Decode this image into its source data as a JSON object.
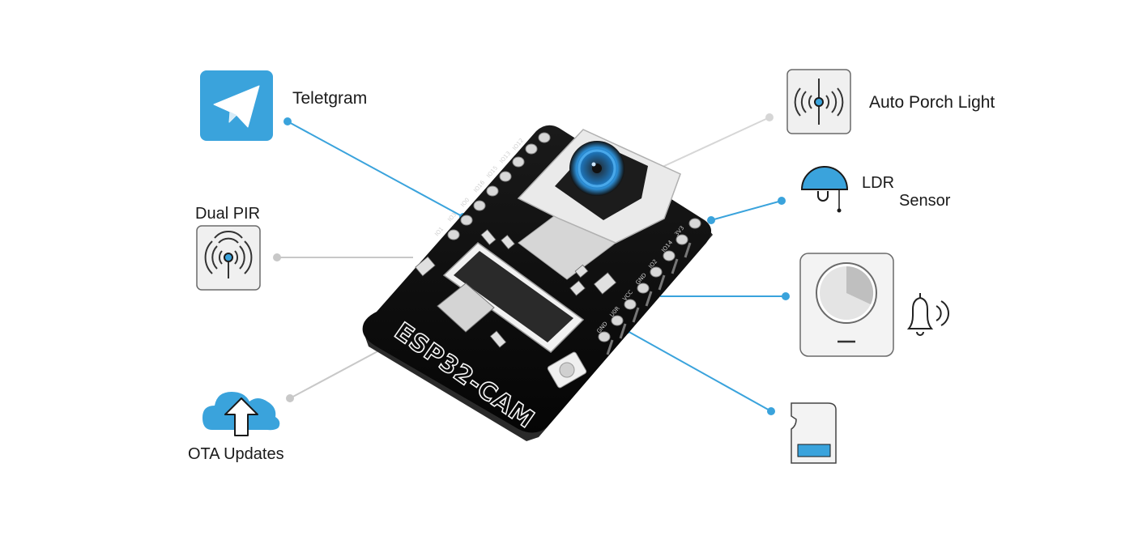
{
  "board": {
    "name": "ESP32-CAM"
  },
  "features": {
    "telegram": {
      "label": "Teletgram",
      "icon": "telegram-icon"
    },
    "dual_pir": {
      "label": "Dual PIR",
      "icon": "pir-sensor-icon"
    },
    "ota": {
      "label": "OTA Updates",
      "icon": "cloud-upload-icon"
    },
    "porch_light": {
      "label": "Auto Porch Light",
      "icon": "motion-light-icon"
    },
    "ldr": {
      "label_line1": "LDR",
      "label_line2": "Sensor",
      "icon": "ldr-lamp-icon"
    },
    "alarm": {
      "icon": "alarm-dial-icon",
      "bell_icon": "bell-ringing-icon"
    },
    "sd_card": {
      "icon": "sd-card-icon"
    }
  },
  "colors": {
    "accent": "#3aa3dc",
    "connector_blue": "#3aa3dc",
    "connector_gray": "#c8c8c8",
    "board": "#0d0d0d",
    "tile_bg": "#f0f0f0",
    "tile_border": "#6a6a6a"
  }
}
